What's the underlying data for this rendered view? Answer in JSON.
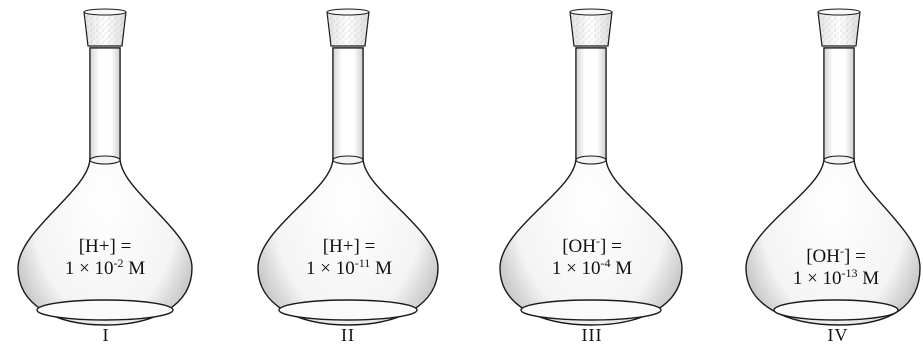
{
  "colors": {
    "outline": "#1a1a1a",
    "glass_light": "#ffffff",
    "glass_shade": "#c9c9c9",
    "stopper": "#f3f3f3",
    "stopper_speckle": "#8a8a8a"
  },
  "flasks": [
    {
      "numeral": "I",
      "species": "[H+]",
      "equals": "=",
      "coef": "1 × 10",
      "exponent": "-2",
      "unit": "M"
    },
    {
      "numeral": "II",
      "species": "[H+]",
      "equals": "=",
      "coef": "1 × 10",
      "exponent": "-11",
      "unit": "M"
    },
    {
      "numeral": "III",
      "species": "[OH",
      "species_sup": "-",
      "species_end": "]",
      "equals": "=",
      "coef": "1 × 10",
      "exponent": "-4",
      "unit": "M"
    },
    {
      "numeral": "IV",
      "species": "[OH",
      "species_sup": "-",
      "species_end": "]",
      "equals": "=",
      "coef": "1 × 10",
      "exponent": "-13",
      "unit": "M"
    }
  ]
}
